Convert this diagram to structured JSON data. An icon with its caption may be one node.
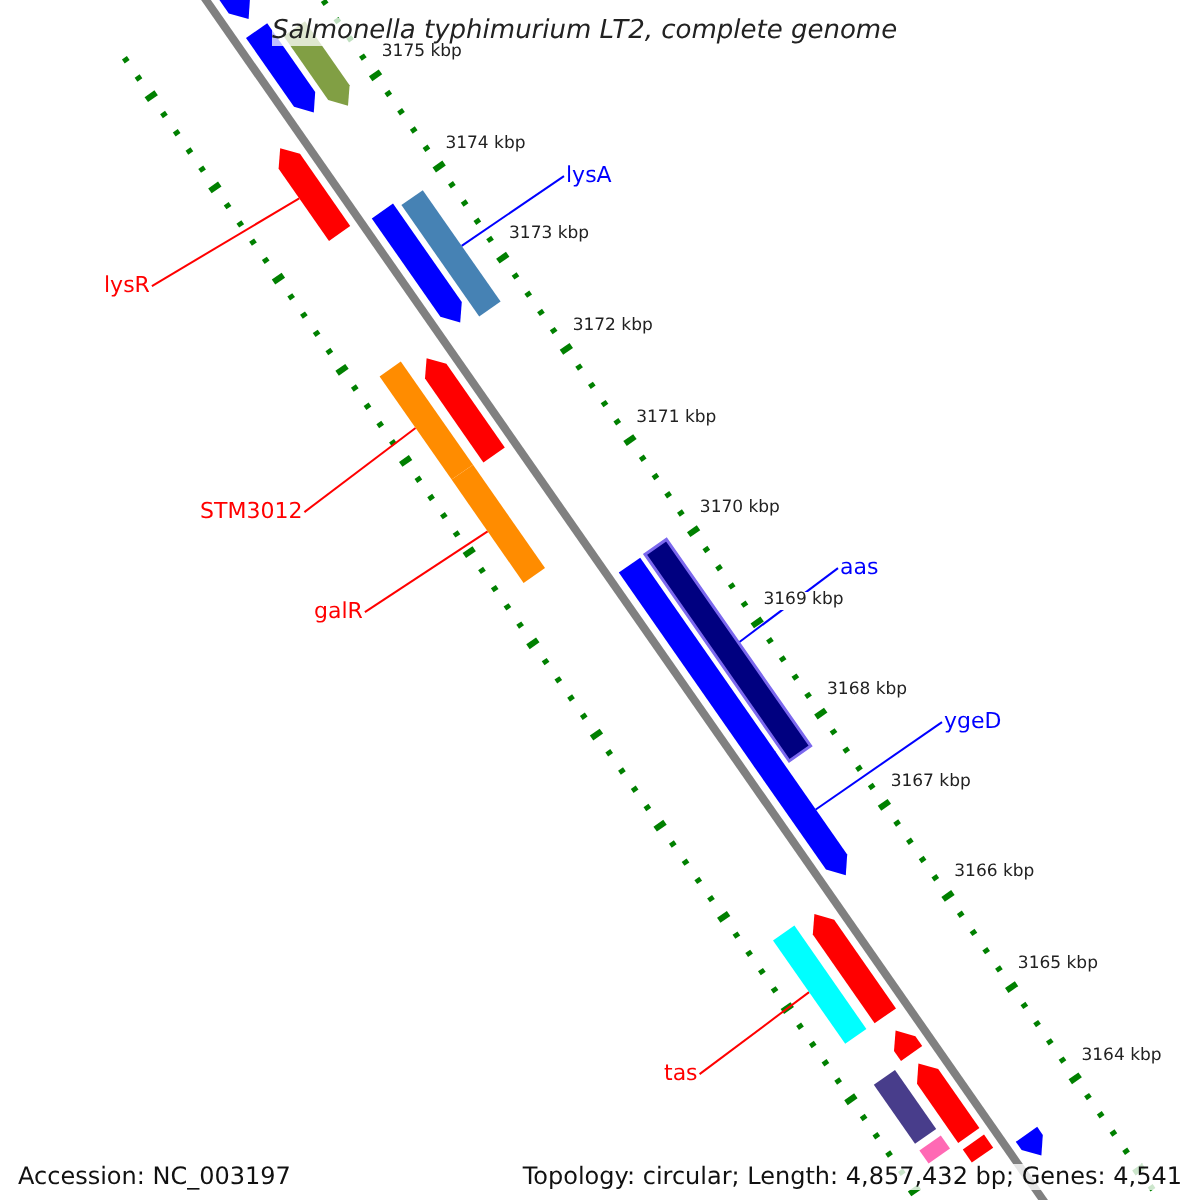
{
  "diagram": {
    "title": "Salmonella typhimurium LT2, complete genome",
    "nodes": [
      {
        "text": [
          "lysA"
        ]
      },
      {
        "text": [],
        "shape": "bar"
      },
      {
        "text": [
          "lysR"
        ]
      },
      {
        "text": [],
        "shape": "bar"
      },
      {
        "text": [
          "STM3012"
        ]
      },
      {
        "text": [],
        "shape": "bar"
      },
      {
        "text": [
          "galR"
        ]
      },
      {
        "text": [],
        "shape": "bar"
      },
      {
        "text": [
          "aas"
        ]
      },
      {
        "text": [],
        "shape": "bar"
      },
      {
        "text": [
          "ygeD"
        ]
      },
      {
        "text": [],
        "shape": "bar"
      },
      {
        "text": [
          "tas"
        ]
      },
      {
        "text": [],
        "shape": "bar"
      },
      {
        "text": [],
        "shape": "bar"
      },
      {
        "text": [],
        "shape": "bar"
      },
      {
        "text": [],
        "shape": "bar"
      },
      {
        "text": [],
        "shape": "bar"
      },
      {
        "text": [],
        "shape": "bar"
      },
      {
        "text": [],
        "shape": "bar"
      },
      {
        "text": [],
        "shape": "bar"
      },
      {
        "text": [],
        "shape": "bar"
      },
      {
        "text": [],
        "shape": "bar"
      },
      {
        "text": [],
        "shape": "bar"
      },
      {
        "text": [],
        "shape": "bar"
      },
      {
        "text": [],
        "shape": "bar"
      },
      {
        "text": [],
        "shape": "bar"
      }
    ],
    "edges": [
      {
        "from": 0,
        "to": 1,
        "arrow": "none",
        "color": "#0000ff"
      },
      {
        "from": 2,
        "to": 3,
        "arrow": "none"
      },
      {
        "from": 4,
        "to": 5,
        "arrow": "none"
      },
      {
        "from": 6,
        "to": 7,
        "arrow": "none"
      },
      {
        "from": 8,
        "to": 9,
        "arrow": "none",
        "color": "#0000ff"
      },
      {
        "from": 10,
        "to": 11,
        "arrow": "none",
        "color": "#0000ff"
      },
      {
        "from": 12,
        "to": 13,
        "arrow": "none"
      }
    ],
    "labels": [
      "3175 kbp",
      "3174 kbp",
      "3173 kbp",
      "3172 kbp",
      "3171 kbp",
      "3170 kbp",
      "3169 kbp",
      "3168 kbp",
      "3167 kbp",
      "3166 kbp",
      "3165 kbp",
      "3164 kbp",
      "Accession: NC_003197",
      "Topology: circular; Length: 4,857,432 bp; Genes: 4,541"
    ]
  }
}
